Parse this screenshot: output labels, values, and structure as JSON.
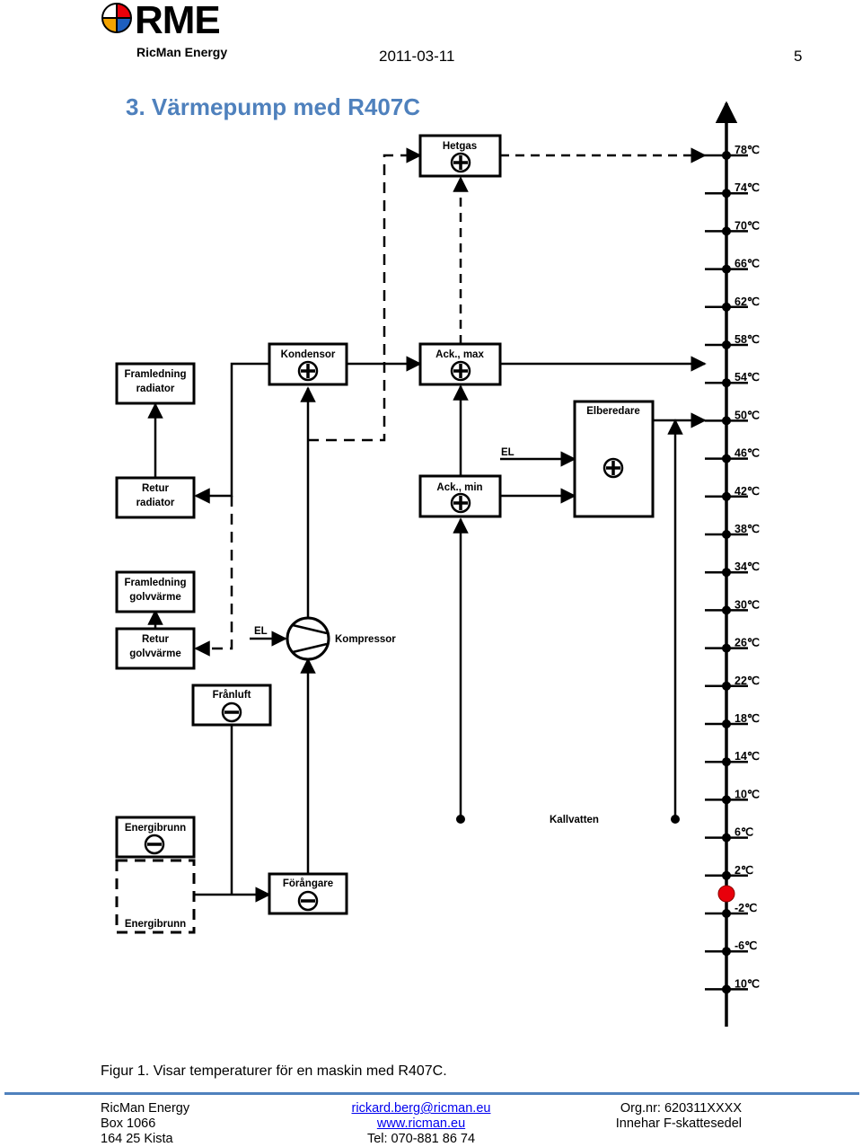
{
  "header": {
    "logo_text": "RME",
    "logo_sub": "RicMan Energy",
    "date": "2011-03-11",
    "page": "5"
  },
  "title": "3. Värmepump med R407C",
  "diagram": {
    "boxes": {
      "hetgas": "Hetgas",
      "kondensor": "Kondensor",
      "ack_max": "Ack., max",
      "ack_min": "Ack., min",
      "elberedare": "Elberedare",
      "framledning_radiator_1": "Framledning",
      "framledning_radiator_2": "radiator",
      "retur_radiator_1": "Retur",
      "retur_radiator_2": "radiator",
      "framledning_golv_1": "Framledning",
      "framledning_golv_2": "golvvärme",
      "retur_golv_1": "Retur",
      "retur_golv_2": "golvvärme",
      "franluft": "Frånluft",
      "energibrunn_1": "Energibrunn",
      "energibrunn_2": "Energibrunn",
      "forangare": "Förångare"
    },
    "labels": {
      "kompressor": "Kompressor",
      "el_1": "EL",
      "el_2": "EL",
      "kallvatten": "Kallvatten"
    },
    "scale": [
      "78℃",
      "74℃",
      "70℃",
      "66℃",
      "62℃",
      "58℃",
      "54℃",
      "50℃",
      "46℃",
      "42℃",
      "38℃",
      "34℃",
      "30℃",
      "26℃",
      "22℃",
      "18℃",
      "14℃",
      "10℃",
      "6℃",
      "2℃",
      "-2℃",
      "-6℃",
      "10℃"
    ],
    "colors": {
      "marker_red": "#e8000b",
      "accent_blue": "#4f81bd"
    }
  },
  "caption": "Figur 1. Visar temperaturer för en maskin med R407C.",
  "footer": {
    "col1": [
      "RicMan Energy",
      "Box 1066",
      "164 25 Kista"
    ],
    "col2": [
      "rickard.berg@ricman.eu",
      "www.ricman.eu",
      "Tel: 070-881 86 74"
    ],
    "col3": [
      "Org.nr: 620311XXXX",
      "Innehar F-skattesedel"
    ]
  }
}
